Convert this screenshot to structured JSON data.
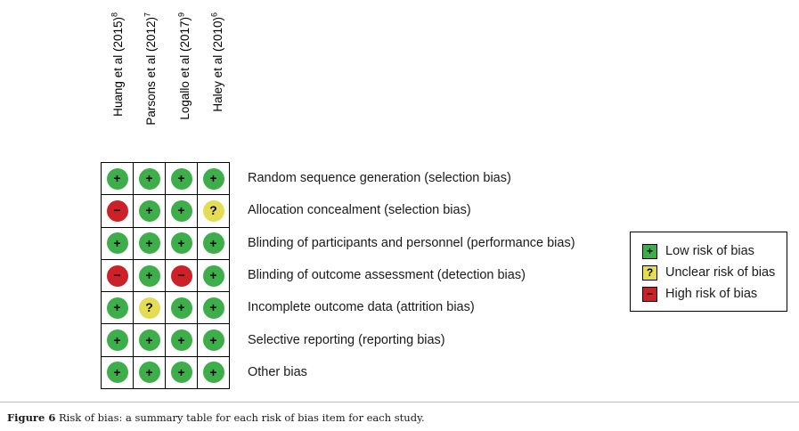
{
  "figure": {
    "caption_label": "Figure 6",
    "caption_text": "Risk of bias: a summary table for each risk of bias item for each study."
  },
  "columns": [
    {
      "study": "Huang et al (2015)",
      "ref": "8"
    },
    {
      "study": "Parsons et al (2012)",
      "ref": "7"
    },
    {
      "study": "Logallo et al (2017)",
      "ref": "9"
    },
    {
      "study": "Haley et al (2010)",
      "ref": "6"
    }
  ],
  "rows": [
    {
      "label": "Random sequence generation (selection bias)"
    },
    {
      "label": "Allocation concealment (selection bias)"
    },
    {
      "label": "Blinding of participants and personnel (performance bias)"
    },
    {
      "label": "Blinding of outcome assessment (detection bias)"
    },
    {
      "label": "Incomplete outcome data (attrition bias)"
    },
    {
      "label": "Selective reporting (reporting bias)"
    },
    {
      "label": "Other bias"
    }
  ],
  "legend": {
    "items": [
      {
        "symbol": "+",
        "label": "Low risk of bias",
        "level": "low",
        "color": "#3DAE49"
      },
      {
        "symbol": "?",
        "label": "Unclear risk of bias",
        "level": "unclear",
        "color": "#E4DC55"
      },
      {
        "symbol": "−",
        "label": "High risk of bias",
        "level": "high",
        "color": "#CC2128"
      }
    ]
  },
  "symbols": {
    "low": "+",
    "unclear": "?",
    "high": "−"
  },
  "chart_data": {
    "type": "table",
    "title": "Risk of bias: a summary table for each risk of bias item for each study.",
    "xlabel": "",
    "ylabel": "",
    "legend_position": "right",
    "grid": true,
    "categories": [
      "Huang et al (2015)8",
      "Parsons et al (2012)7",
      "Logallo et al (2017)9",
      "Haley et al (2010)6"
    ],
    "row_labels": [
      "Random sequence generation (selection bias)",
      "Allocation concealment (selection bias)",
      "Blinding of participants and personnel (performance bias)",
      "Blinding of outcome assessment (detection bias)",
      "Incomplete outcome data (attrition bias)",
      "Selective reporting (reporting bias)",
      "Other bias"
    ],
    "values": [
      [
        "low",
        "low",
        "low",
        "low"
      ],
      [
        "high",
        "low",
        "low",
        "unclear"
      ],
      [
        "low",
        "low",
        "low",
        "low"
      ],
      [
        "high",
        "low",
        "high",
        "low"
      ],
      [
        "low",
        "unclear",
        "low",
        "low"
      ],
      [
        "low",
        "low",
        "low",
        "low"
      ],
      [
        "low",
        "low",
        "low",
        "low"
      ]
    ],
    "value_legend": {
      "low": "Low risk of bias",
      "unclear": "Unclear risk of bias",
      "high": "High risk of bias"
    }
  }
}
